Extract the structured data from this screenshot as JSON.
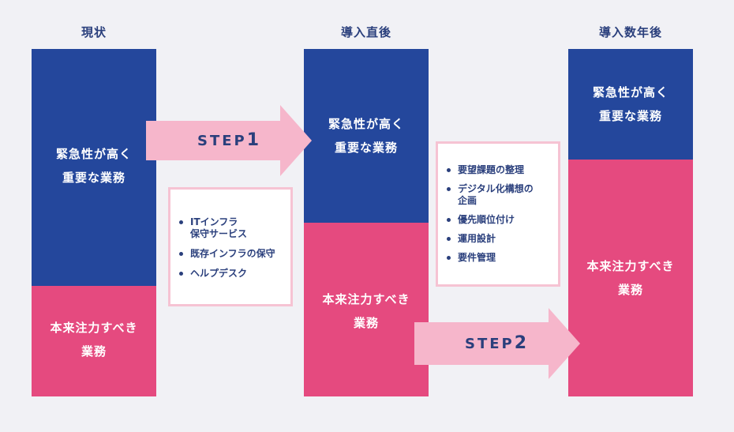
{
  "columns": [
    {
      "title": "現状"
    },
    {
      "title": "導入直後"
    },
    {
      "title": "導入数年後"
    }
  ],
  "urgent_label": [
    "緊急性が高く",
    "重要な業務"
  ],
  "core_label": [
    "本来注力すべき",
    "業務"
  ],
  "steps": [
    {
      "prefix": "STEP",
      "number": "1"
    },
    {
      "prefix": "STEP",
      "number": "2"
    }
  ],
  "box1": {
    "items": [
      {
        "lines": [
          "ITインフラ",
          "保守サービス"
        ]
      },
      {
        "lines": [
          "既存インフラの保守"
        ]
      },
      {
        "lines": [
          "ヘルプデスク"
        ]
      }
    ]
  },
  "box2": {
    "items": [
      {
        "lines": [
          "要望課題の整理"
        ]
      },
      {
        "lines": [
          "デジタル化構想の",
          "企画"
        ]
      },
      {
        "lines": [
          "優先順位付け"
        ]
      },
      {
        "lines": [
          "運用設計"
        ]
      },
      {
        "lines": [
          "要件管理"
        ]
      }
    ]
  },
  "colors": {
    "background": "#f1f1f5",
    "navy": "#24479c",
    "pink": "#e54a7f",
    "arrow": "#f6b6cb",
    "box_border": "#f6c3d3",
    "text_navy": "#2a3f7c"
  }
}
